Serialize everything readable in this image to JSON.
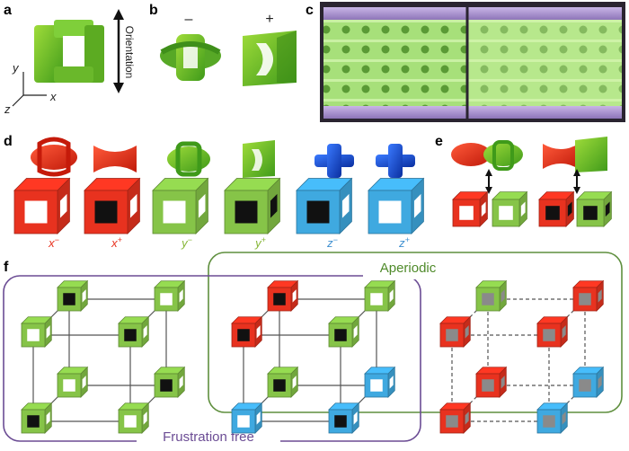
{
  "panels": {
    "a": "a",
    "b": "b",
    "c": "c",
    "d": "d",
    "e": "e",
    "f": "f"
  },
  "panel_a": {
    "orientation_label": "Orientation",
    "axis_y": "y",
    "axis_x": "x",
    "axis_z": "z"
  },
  "panel_b": {
    "minus": "–",
    "plus": "+"
  },
  "panel_d": {
    "labels": [
      {
        "base": "x",
        "sign": "−",
        "color": "#e8321f"
      },
      {
        "base": "x",
        "sign": "+",
        "color": "#e8321f"
      },
      {
        "base": "y",
        "sign": "−",
        "color": "#86b637"
      },
      {
        "base": "y",
        "sign": "+",
        "color": "#86b637"
      },
      {
        "base": "z",
        "sign": "−",
        "color": "#3e8fd0"
      },
      {
        "base": "z",
        "sign": "+",
        "color": "#3e8fd0"
      }
    ]
  },
  "panel_f": {
    "aperiodic_label": "Aperiodic",
    "frustration_free_label": "Frustration free"
  },
  "colors": {
    "red": "#e8321f",
    "green": "#86c448",
    "blue": "#3fa9e0",
    "aperiodic_box": "#5f8f3e",
    "frustration_box": "#6b4c94",
    "cube_core_black": "#111111",
    "cube_core_white": "#ffffff",
    "cube_core_gray": "#8a8a8a"
  }
}
